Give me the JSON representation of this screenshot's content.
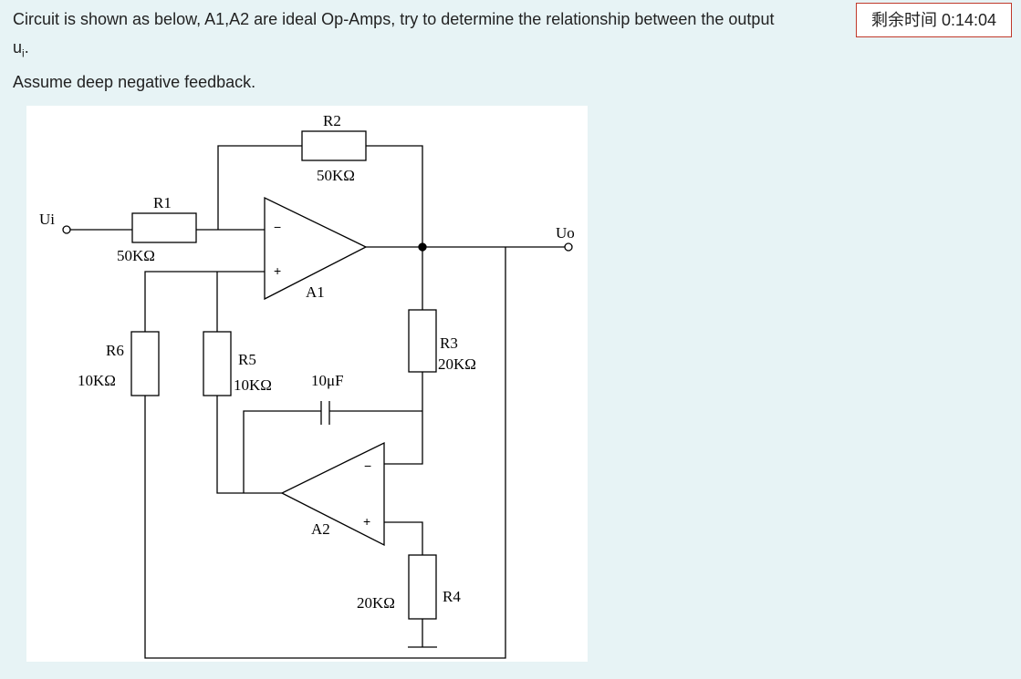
{
  "question": {
    "line1": "Circuit is shown as below, A1,A2 are ideal Op-Amps, try to determine the relationship between the output",
    "line2_main": "u",
    "line2_sub": "i",
    "line2_end": ".",
    "assumption": "Assume deep negative feedback."
  },
  "timer": {
    "text": "剩余时间 0:14:04"
  },
  "circuit": {
    "ui_label": "Ui",
    "uo_label": "Uo",
    "r1_name": "R1",
    "r1_value": "50KΩ",
    "r2_name": "R2",
    "r2_value": "50KΩ",
    "r3_name": "R3",
    "r3_value": "20KΩ",
    "r4_name": "R4",
    "r4_value": "20KΩ",
    "r5_name": "R5",
    "r5_value": "10KΩ",
    "r6_name": "R6",
    "r6_value": "10KΩ",
    "cap_value": "10μF",
    "a1_name": "A1",
    "a2_name": "A2",
    "a1_minus": "−",
    "a1_plus": "+",
    "a2_minus": "−",
    "a2_plus": "+"
  }
}
